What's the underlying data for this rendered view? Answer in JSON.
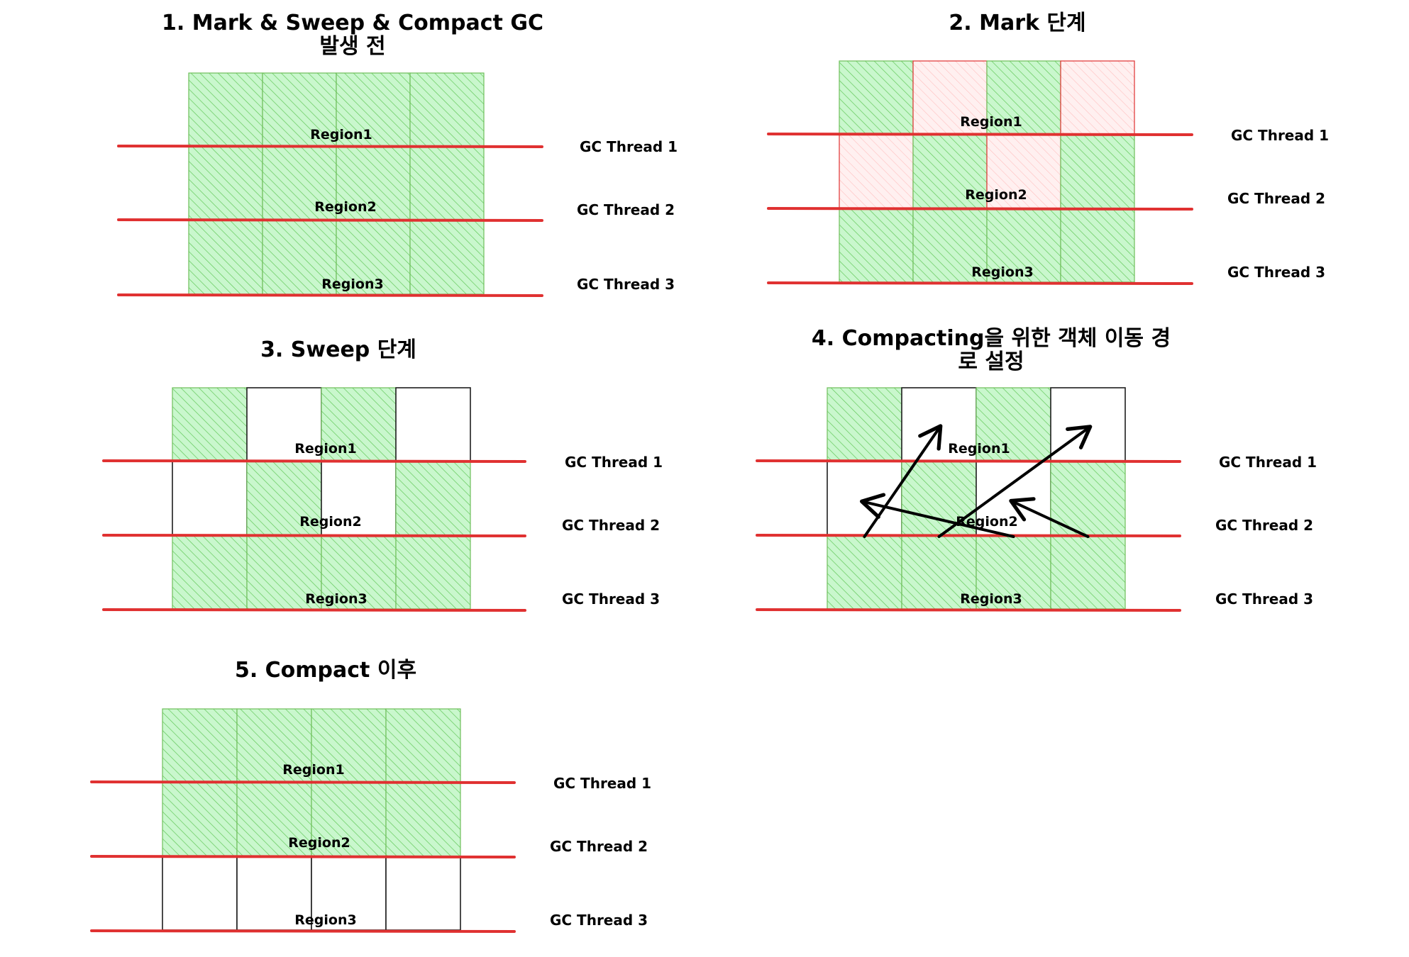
{
  "colors": {
    "live": "#b2f2bb",
    "live_hatch": "#40c057",
    "live_border": "#6fbf5a",
    "garbage": "#ffc9c9",
    "garbage_hatch": "#ffa8a8",
    "garbage_border": "#e03131",
    "empty": "#ffffff",
    "thread_line": "#e03131",
    "text": "#000000"
  },
  "panels": [
    {
      "id": "panel-1",
      "title_lines": [
        "1. Mark & Sweep & Compact GC",
        "발생 전"
      ],
      "grid": [
        [
          "live",
          "live",
          "live",
          "live"
        ],
        [
          "live",
          "live",
          "live",
          "live"
        ],
        [
          "live",
          "live",
          "live",
          "live"
        ]
      ],
      "regions": [
        "Region1",
        "Region2",
        "Region3"
      ],
      "threads": [
        "GC Thread 1",
        "GC Thread 2",
        "GC Thread 3"
      ]
    },
    {
      "id": "panel-2",
      "title_lines": [
        "2. Mark 단계"
      ],
      "grid": [
        [
          "live",
          "garbage",
          "live",
          "garbage"
        ],
        [
          "garbage",
          "live",
          "garbage",
          "live"
        ],
        [
          "live",
          "live",
          "live",
          "live"
        ]
      ],
      "regions": [
        "Region1",
        "Region2",
        "Region3"
      ],
      "threads": [
        "GC Thread 1",
        "GC Thread 2",
        "GC Thread 3"
      ]
    },
    {
      "id": "panel-3",
      "title_lines": [
        "3. Sweep 단계"
      ],
      "grid": [
        [
          "live",
          "empty",
          "live",
          "empty"
        ],
        [
          "empty",
          "live",
          "empty",
          "live"
        ],
        [
          "live",
          "live",
          "live",
          "live"
        ]
      ],
      "regions": [
        "Region1",
        "Region2",
        "Region3"
      ],
      "threads": [
        "GC Thread 1",
        "GC Thread 2",
        "GC Thread 3"
      ]
    },
    {
      "id": "panel-4",
      "title_lines": [
        "4. Compacting을 위한 객체 이동 경",
        "로 설정"
      ],
      "grid": [
        [
          "live",
          "empty",
          "live",
          "empty"
        ],
        [
          "empty",
          "live",
          "empty",
          "live"
        ],
        [
          "live",
          "live",
          "live",
          "live"
        ]
      ],
      "regions": [
        "Region1",
        "Region2",
        "Region3"
      ],
      "threads": [
        "GC Thread 1",
        "GC Thread 2",
        "GC Thread 3"
      ],
      "moves": [
        {
          "from": [
            2,
            0
          ],
          "to": [
            0,
            1
          ]
        },
        {
          "from": [
            2,
            1
          ],
          "to": [
            0,
            3
          ]
        },
        {
          "from": [
            2,
            2
          ],
          "to": [
            1,
            0
          ]
        },
        {
          "from": [
            2,
            3
          ],
          "to": [
            1,
            2
          ]
        }
      ]
    },
    {
      "id": "panel-5",
      "title_lines": [
        "5. Compact 이후"
      ],
      "grid": [
        [
          "live",
          "live",
          "live",
          "live"
        ],
        [
          "live",
          "live",
          "live",
          "live"
        ],
        [
          "empty",
          "empty",
          "empty",
          "empty"
        ]
      ],
      "regions": [
        "Region1",
        "Region2",
        "Region3"
      ],
      "threads": [
        "GC Thread 1",
        "GC Thread 2",
        "GC Thread 3"
      ]
    }
  ]
}
